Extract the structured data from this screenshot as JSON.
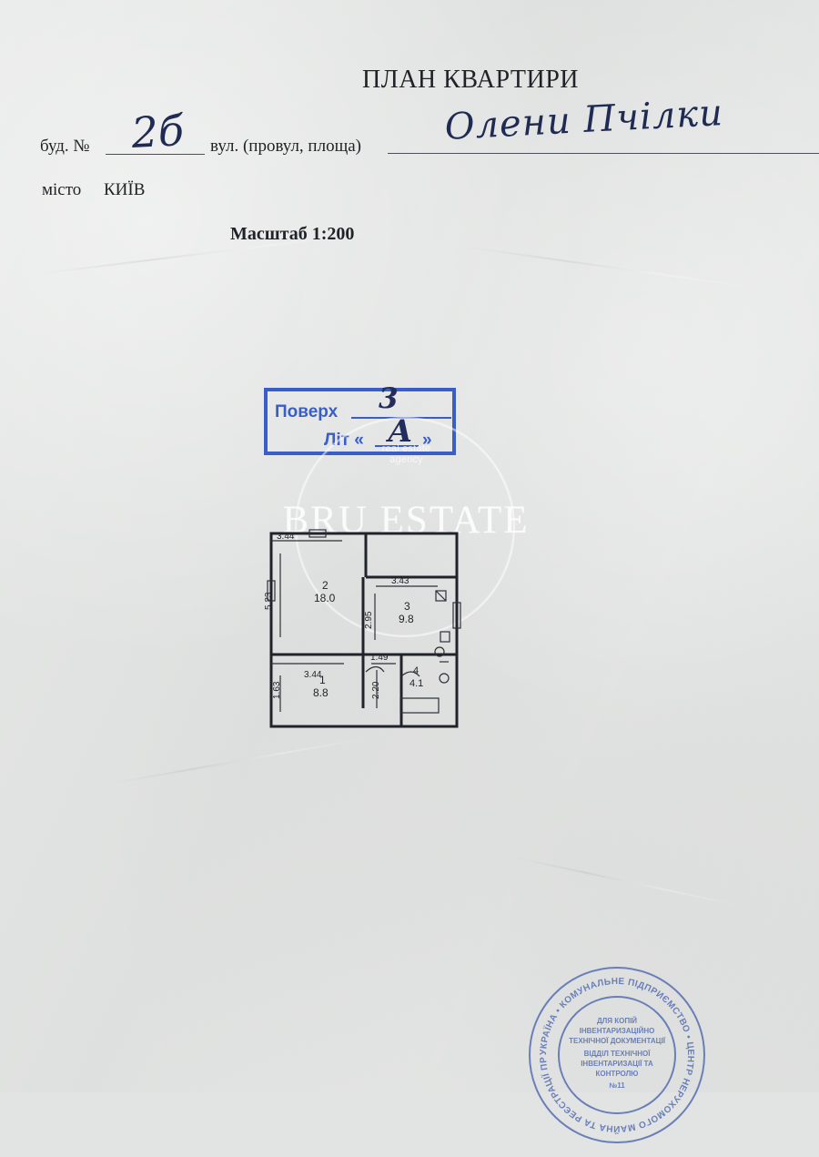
{
  "document": {
    "title": "ПЛАН КВАРТИРИ",
    "building_label": "буд. №",
    "building_number": "2б",
    "street_label": "вул. (провул, площа)",
    "street_value": "Олени Пчілки",
    "city_label": "місто",
    "city_value": "КИЇВ",
    "scale_label": "Масштаб 1:200"
  },
  "stamp_box": {
    "floor_label": "Поверх",
    "floor_value": "3",
    "liter_label": "Літ «",
    "liter_close": "»",
    "liter_value": "А"
  },
  "watermark": {
    "line1": "real estate",
    "line2": "agency",
    "brand": "BRU ESTATE"
  },
  "floor_plan": {
    "dimensions": {
      "top_left_width": "3.44",
      "left_height": "5.23",
      "middle_width_top": "3.43",
      "middle_vertical": "2.95",
      "bottom_left_width": "3.44",
      "bath_width": "1.49",
      "bottom_left_height": "1.63",
      "inner_vertical": "2.20"
    },
    "rooms": [
      {
        "id": "2",
        "area": "18.0"
      },
      {
        "id": "3",
        "area": "9.8"
      },
      {
        "id": "1",
        "area": "8.8"
      },
      {
        "id": "4",
        "area": "4.1"
      }
    ]
  },
  "official_stamp": {
    "outer_text": "УКРАЇНА • КОМУНАЛЬНЕ ПІДПРИЄМСТВО • ЦЕНТР НЕРУХОМОГО МАЙНА ТА РЕЄСТРАЦІЇ ПРАВА •",
    "center_line1": "ДЛЯ КОПІЙ",
    "center_line2": "ІНВЕНТАРИЗАЦІЙНО",
    "center_line3": "ТЕХНІЧНОЇ ДОКУМЕНТАЦІЇ",
    "center_line4": "ВІДДІЛ ТЕХНІЧНОЇ",
    "center_line5": "ІНВЕНТАРИЗАЦІЇ ТА",
    "center_line6": "КОНТРОЛЮ",
    "center_line7": "№11"
  },
  "colors": {
    "paper": "#e2e4e3",
    "ink": "#1f2226",
    "blue_stamp": "#3a5ec7",
    "official_stamp": "#6a7fb8",
    "handwriting": "#1f2b52"
  }
}
